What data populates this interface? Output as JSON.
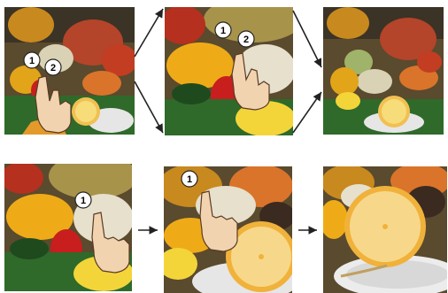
{
  "row1": {
    "panel_left": {
      "markers": [
        "1",
        "2"
      ]
    },
    "panel_middle": {
      "markers": [
        "1",
        "2"
      ]
    },
    "panel_right": {
      "markers": []
    }
  },
  "row2": {
    "panel_left": {
      "markers": [
        "1"
      ]
    },
    "panel_middle": {
      "markers": [
        "1"
      ]
    },
    "panel_right": {
      "markers": []
    }
  },
  "gestures": {
    "row1": "two-finger-spread-zoom",
    "row2": "one-finger-drag-pan"
  },
  "icons": [
    "hand-pointer-icon",
    "arrow-right-icon"
  ]
}
